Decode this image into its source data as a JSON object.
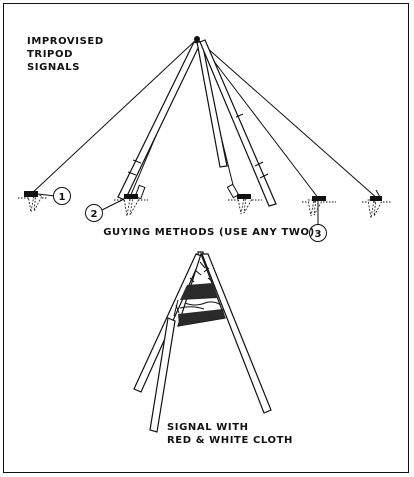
{
  "diagram": {
    "title_lines": [
      "IMPROVISED",
      "TRIPOD",
      "SIGNALS"
    ],
    "caption_guying": "GUYING METHODS (USE ANY TWO)",
    "caption_signal_lines": [
      "SIGNAL WITH",
      "RED & WHITE CLOTH"
    ],
    "callouts": [
      "1",
      "2",
      "3"
    ]
  }
}
